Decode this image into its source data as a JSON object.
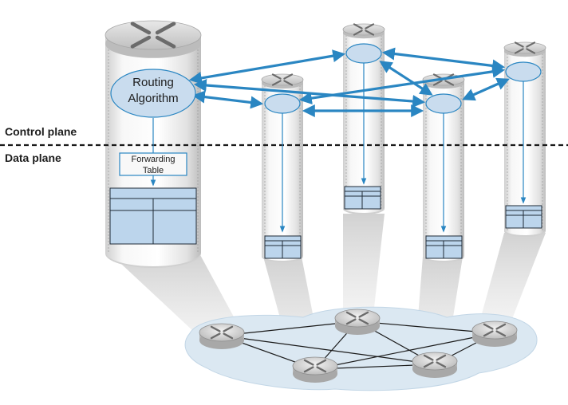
{
  "planes": {
    "control": "Control plane",
    "data": "Data plane"
  },
  "main_router": {
    "algorithm_line1": "Routing",
    "algorithm_line2": "Algorithm",
    "table_line1": "Forwarding",
    "table_line2": "Table"
  },
  "colors": {
    "arrow": "#2a86c2",
    "ellipse_fill": "#c9dcee",
    "table_fill": "#bcd5ec",
    "cylinder_light": "#f4f4f4",
    "cylinder_dark": "#c8c8c8",
    "network_blob": "#dbe8f2"
  }
}
